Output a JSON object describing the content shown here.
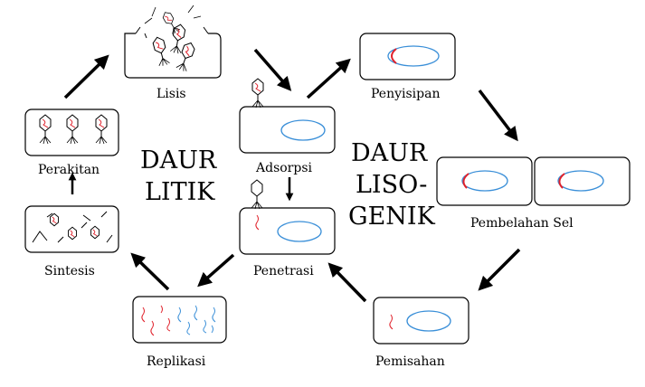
{
  "titles": {
    "lytic_line1": "DAUR",
    "lytic_line2": "LITIK",
    "lysogenic_line1": "DAUR",
    "lysogenic_line2": "LISO-",
    "lysogenic_line3": "GENIK"
  },
  "stages": {
    "lisis": "Lisis",
    "adsorpsi": "Adsorpsi",
    "penetrasi": "Penetrasi",
    "replikasi": "Replikasi",
    "sintesis": "Sintesis",
    "perakitan": "Perakitan",
    "penyisipan": "Penyisipan",
    "pembelahan_sel": "Pembelahan Sel",
    "pemisahan": "Pemisahan"
  },
  "colors": {
    "viral_dna": "#e0202a",
    "host_dna": "#3a8fd8",
    "outline": "#000000"
  }
}
